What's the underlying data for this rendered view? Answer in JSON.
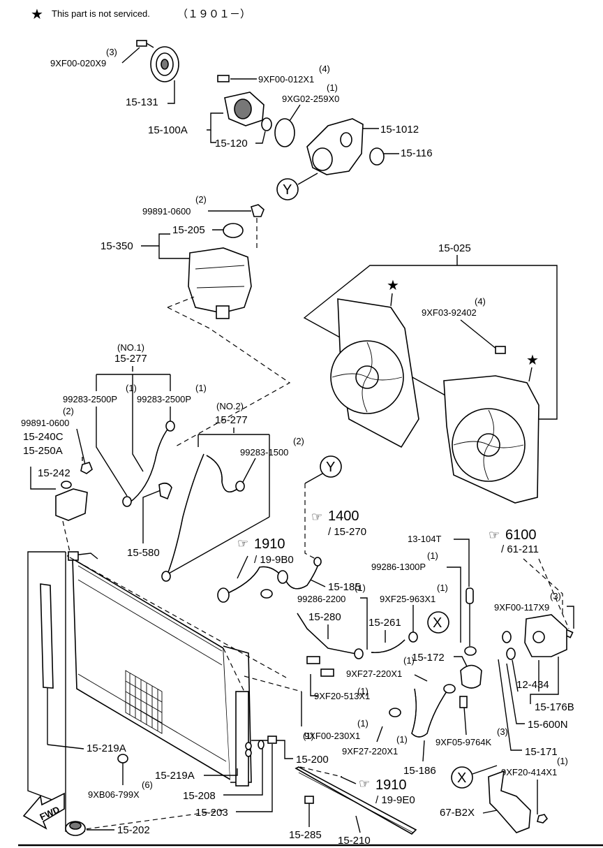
{
  "header": {
    "note": "This part is not serviced.",
    "code": "（１９０１－）"
  },
  "labels": {
    "a1": "(3)",
    "a2": "9XF00-020X9",
    "a3": "15-131",
    "b1": "(4)",
    "b2": "9XF00-012X1",
    "c1": "(1)",
    "c2": "9XG02-259X0",
    "d1": "15-1012",
    "d2": "15-100A",
    "d3": "15-120",
    "d4": "15-116",
    "y1": "Y",
    "e1": "(2)",
    "e2": "99891-0600",
    "e3": "15-205",
    "e4": "15-350",
    "f1": "15-025",
    "g1": "(4)",
    "g2": "9XF03-92402",
    "h1": "(NO.1)",
    "h2": "15-277",
    "h3": "(1)",
    "h4": "99283-2500P",
    "h5": "(1)",
    "h6": "99283-2500P",
    "i1": "(2)",
    "i2": "99891-0600",
    "i3": "15-240C",
    "i4": "15-250A",
    "i5": "15-242",
    "j1": "(NO.2)",
    "j2": "15-277",
    "j3": "(2)",
    "j4": "99283-1500",
    "y2": "Y",
    "k1": "1400",
    "k2": "/ 15-270",
    "k3": "1910",
    "k4": "/ 19-9B0",
    "l1": "15-580",
    "m1": "13-104T",
    "m2": "(1)",
    "m3": "99286-1300P",
    "n1": "6100",
    "n2": "/ 61-211",
    "o1": "15-185",
    "o2": "(1)",
    "o3": "99286-2200",
    "o4": "(1)",
    "o5": "9XF25-963X1",
    "o6": "(3)",
    "o7": "9XF00-117X9",
    "o8": "15-280",
    "o9": "15-261",
    "x1": "X",
    "p1": "(1)",
    "p2": "15-172",
    "p3": "9XF27-220X1",
    "p4": "(1)",
    "p5": "9XF20-513X1",
    "p6": "12-434",
    "p7": "15-176B",
    "p8": "15-600N",
    "q1": "15-219A",
    "q2": "(1)",
    "q3": "9XF00-230X1",
    "q4": "(1)",
    "q5": "9XF27-220X1",
    "q6": "9XF05-9764K",
    "q7": "(3)",
    "q8": "15-171",
    "r1": "15-219A",
    "r2": "15-200",
    "r3": "15-186",
    "r4": "(1)",
    "r5": "9XF20-414X1",
    "x2": "X",
    "s1": "(6)",
    "s2": "9XB06-799X",
    "s3": "15-208",
    "s4": "15-203",
    "s5": "1910",
    "s6": "/ 19-9E0",
    "s7": "67-B2X",
    "s8": "FWD",
    "s9": "15-202",
    "s10": "15-285",
    "s11": "15-210"
  }
}
